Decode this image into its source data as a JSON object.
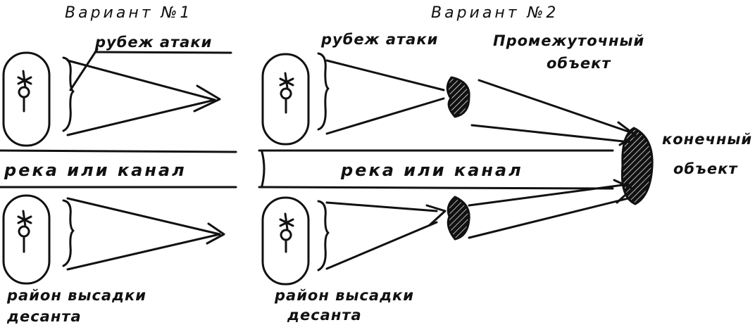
{
  "variant1": {
    "title": "Вариант №1",
    "attack_line": "рубеж атаки",
    "river": "река или канал",
    "landing_area": [
      "район высадки",
      "десанта"
    ]
  },
  "variant2": {
    "title": "Вариант №2",
    "attack_line": "рубеж атаки",
    "intermediate_object": [
      "Промежуточный",
      "объект"
    ],
    "river": "река или канал",
    "landing_area": [
      "район высадки",
      "десанта"
    ],
    "final_object": [
      "конечный",
      "объект"
    ]
  },
  "colors": {
    "ink": "#111111",
    "background": "#ffffff"
  }
}
